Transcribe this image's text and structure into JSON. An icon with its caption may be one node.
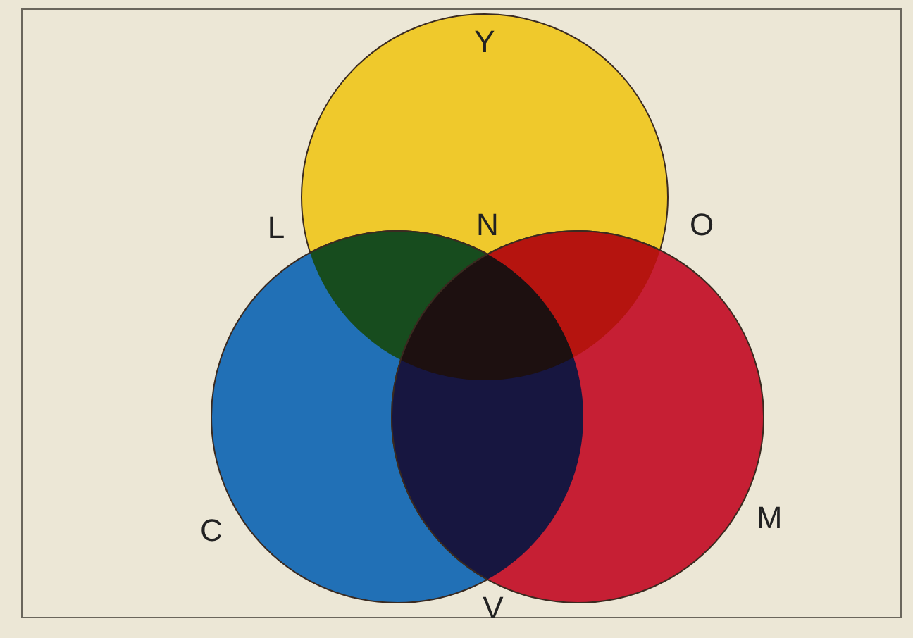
{
  "diagram": {
    "labels": [
      "Y",
      "L",
      "N",
      "O",
      "C",
      "M",
      "V"
    ]
  }
}
